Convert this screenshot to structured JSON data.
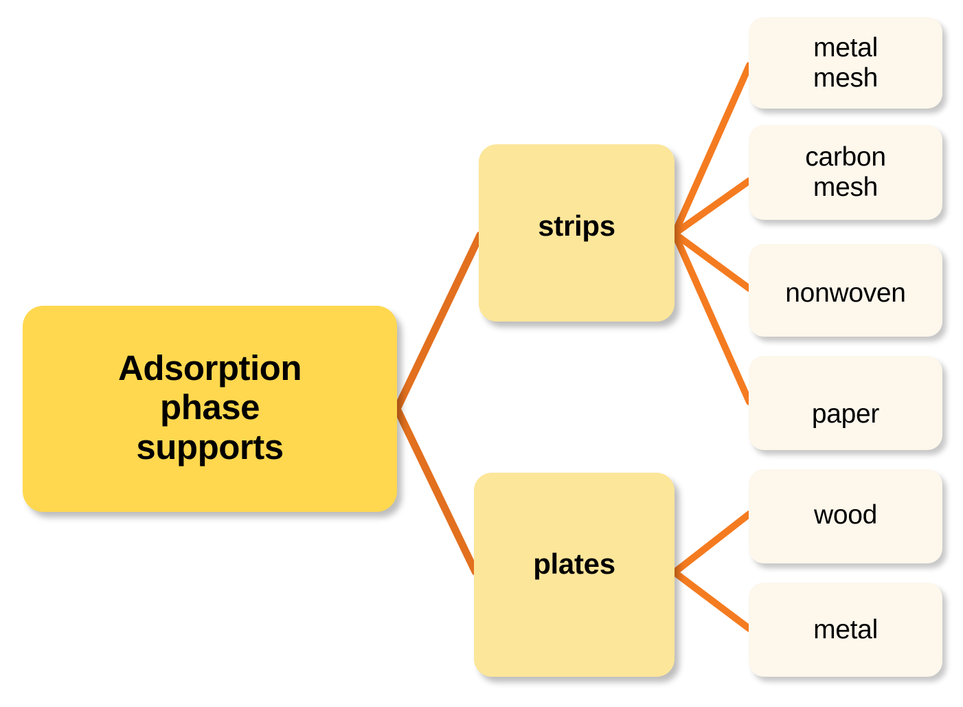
{
  "diagram": {
    "title": "Adsorption phase supports taxonomy",
    "colors": {
      "background": "#FFFFFF",
      "root_fill": "#FFD84F",
      "branch_fill": "#FCE69A",
      "leaf_fill": "#FDF7EC",
      "root_connector": "#E2701F",
      "branch_connector": "#F47B20",
      "text": "#000000"
    },
    "root": {
      "label": "Adsorption\nphase\nsupports",
      "line1": "Adsorption",
      "line2": "phase",
      "line3": "supports"
    },
    "branches": [
      {
        "label": "strips"
      },
      {
        "label": "plates"
      }
    ],
    "leaves": [
      {
        "label": "metal\nmesh",
        "line1": "metal",
        "line2": "mesh",
        "parent": "strips"
      },
      {
        "label": "carbon\nmesh",
        "line1": "carbon",
        "line2": "mesh",
        "parent": "strips"
      },
      {
        "label": "nonwoven",
        "line1": "nonwoven",
        "line2": "",
        "parent": "strips"
      },
      {
        "label": "paper",
        "line1": "paper",
        "line2": "",
        "parent": "strips"
      },
      {
        "label": "wood",
        "line1": "wood",
        "line2": "",
        "parent": "plates"
      },
      {
        "label": "metal",
        "line1": "metal",
        "line2": "",
        "parent": "plates"
      }
    ]
  }
}
